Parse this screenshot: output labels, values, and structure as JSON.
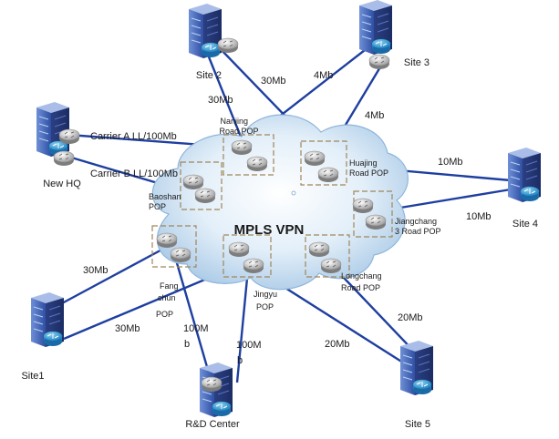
{
  "title": "MPLS VPN",
  "sites": {
    "site2": "Site 2",
    "site3": "Site 3",
    "hq": "New HQ",
    "site4": "Site 4",
    "site1": "Site1",
    "rd": "R&D Center",
    "site5": "Site 5"
  },
  "pops": {
    "nanjing": [
      "Nanjing",
      "Road POP"
    ],
    "huajing": [
      "Huajing",
      "Road POP"
    ],
    "baoshan": [
      "Baoshan",
      "POP"
    ],
    "jiangchang": [
      "Jiangchang",
      "3 Road POP"
    ],
    "fangchun": [
      "Fang",
      "chun",
      "POP"
    ],
    "jingyu": [
      "Jingyu",
      "POP"
    ],
    "longchang": [
      "Longchang",
      "Road POP"
    ]
  },
  "links": {
    "site2_nanjing": "30Mb",
    "site2_huajing": "30Mb",
    "site3_a": "4Mb",
    "site3_b": "4Mb",
    "carrier_a": "Carrier A  LL/100Mb",
    "carrier_b": "Carrier B  LL/100Mb",
    "site4_a": "10Mb",
    "site4_b": "10Mb",
    "site1_a": "30Mb",
    "site1_b": "30Mb",
    "rd_a": "100M",
    "rd_a2": "b",
    "rd_b": "100M",
    "rd_b2": "b",
    "site5_a": "20Mb",
    "site5_b": "20Mb"
  },
  "colors": {
    "link": "#1e3fa0",
    "cloud": "#cfe4f5",
    "server": "#4a6fbf",
    "router": "#c8c8c8"
  }
}
